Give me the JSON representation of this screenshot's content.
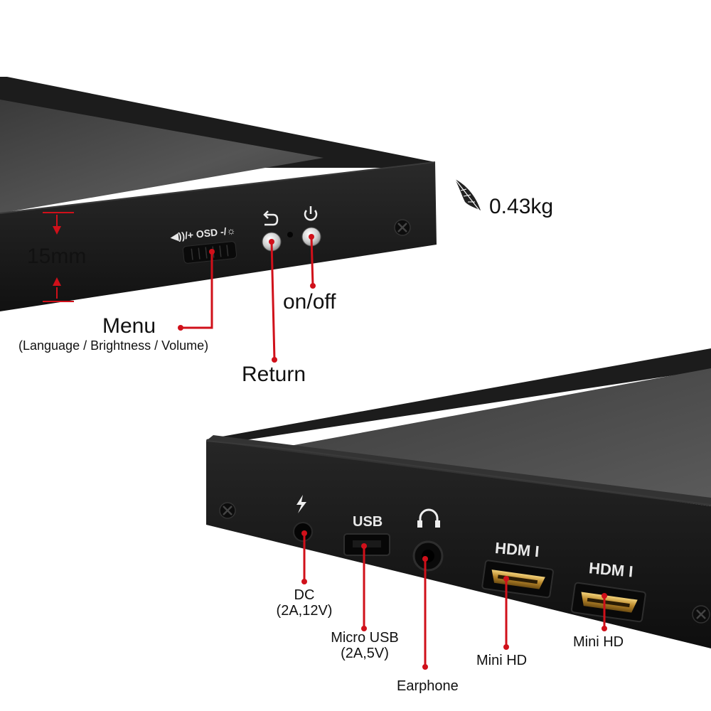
{
  "top": {
    "thickness": "15mm",
    "menu": "Menu",
    "menu_sub": "(Language / Brightness / Volume)",
    "return": "Return",
    "onoff": "on/off",
    "weight": "0.43kg",
    "osd_marking": "◀))/+ OSD -/☼"
  },
  "bottom": {
    "dc": "DC",
    "dc_spec": "(2A,12V)",
    "usb_marking": "USB",
    "micro_usb": "Micro USB",
    "micro_usb_spec": "(2A,5V)",
    "earphone": "Earphone",
    "hdmi_marking_1": "HDM I",
    "hdmi_marking_2": "HDM I",
    "mini_hd_1": "Mini HD",
    "mini_hd_2": "Mini HD"
  },
  "colors": {
    "accent": "#d0101a",
    "bezel": "#141414",
    "screen": "#4a4a4a"
  },
  "icons": [
    "feather-icon",
    "power-icon",
    "return-icon",
    "lightning-icon",
    "headphone-icon",
    "screw-icon"
  ]
}
